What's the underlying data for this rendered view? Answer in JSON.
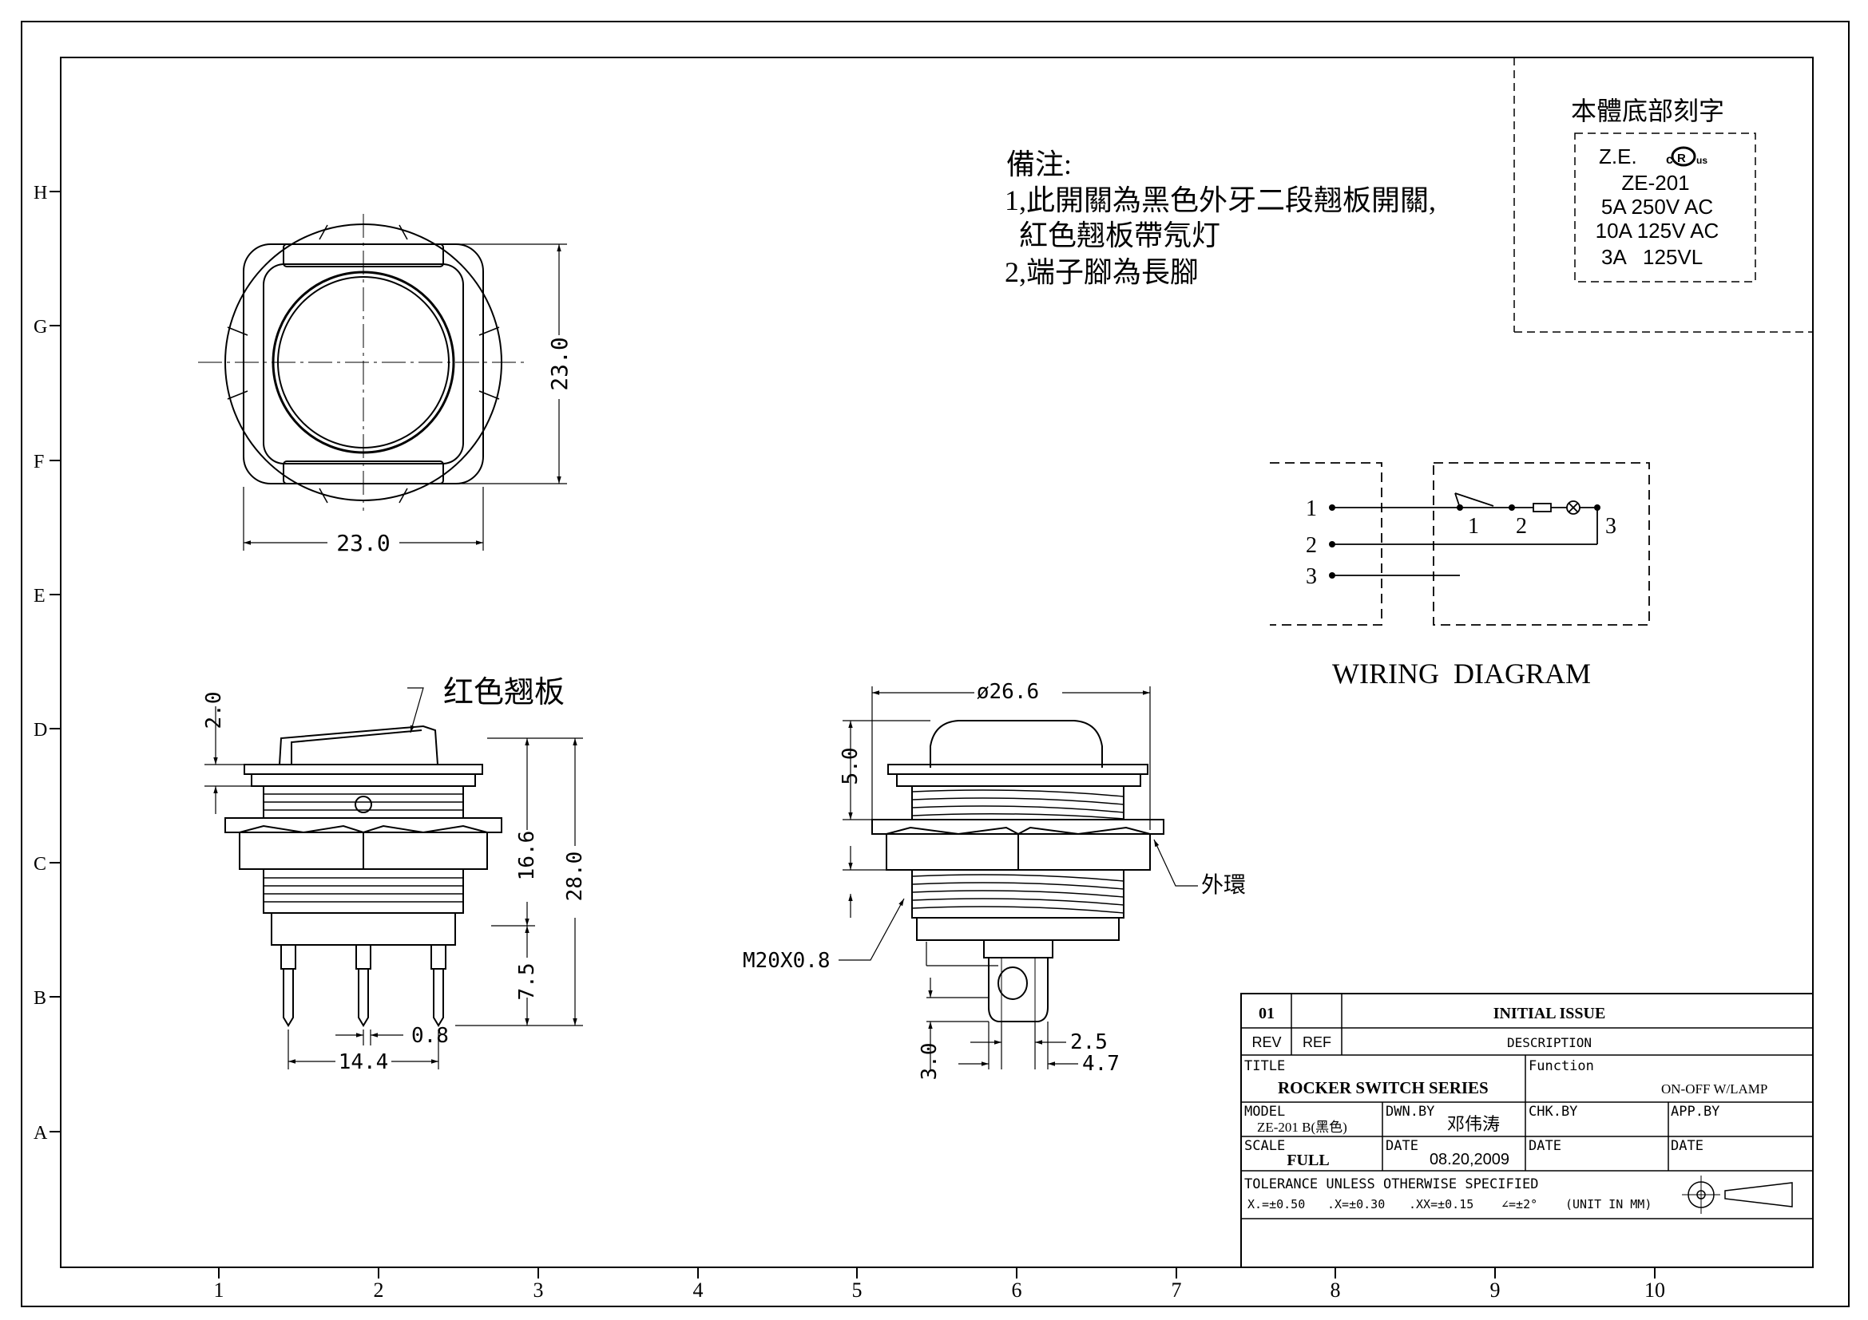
{
  "border": {
    "rows": [
      "H",
      "G",
      "F",
      "E",
      "D",
      "C",
      "B",
      "A"
    ],
    "cols": [
      "1",
      "2",
      "3",
      "4",
      "5",
      "6",
      "7",
      "8",
      "9",
      "10"
    ]
  },
  "marking": {
    "title": "本體底部刻字",
    "brand": "Z.E.",
    "cert": "cRus",
    "model": "ZE-201",
    "rating1": "5A 250V AC",
    "rating2": "10A 125V AC",
    "rating3": "3A   125VL"
  },
  "notes": {
    "heading": "備注:",
    "line1": "1,此開關為黑色外牙二段翹板開關,",
    "line2": "  紅色翹板帶氖灯",
    "line3": "2,端子腳為長腳"
  },
  "top_view": {
    "width_label": "23.0",
    "height_label": "23.0"
  },
  "side_view": {
    "callout": "红色翘板",
    "dim_2": "2.0",
    "dim_16_6": "16.6",
    "dim_28": "28.0",
    "dim_7_5": "7.5",
    "dim_0_8": "0.8",
    "dim_14_4": "14.4"
  },
  "front_view": {
    "dia": "ø26.6",
    "dim_5": "5.0",
    "thread": "M20X0.8",
    "ring": "外環",
    "dim_3": "3.0",
    "dim_2_5": "2.5",
    "dim_4_7": "4.7"
  },
  "wiring": {
    "title": "WIRING  DIAGRAM",
    "pins_left": [
      "1",
      "2",
      "3"
    ],
    "pins_right": [
      "1",
      "2",
      "3"
    ]
  },
  "title_block": {
    "rev_no": "01",
    "initial_issue": "INITIAL ISSUE",
    "rev_label": "REV",
    "ref_label": "REF",
    "description_label": "DESCRIPTION",
    "title_label": "TITLE",
    "title_value": "ROCKER SWITCH SERIES",
    "function_label": "Function",
    "function_value": "ON-OFF W/LAMP",
    "model_label": "MODEL",
    "model_value": "ZE-201 B(黑色)",
    "dwn_label": "DWN.BY",
    "dwn_value": "邓伟涛",
    "chk_label": "CHK.BY",
    "app_label": "APP.BY",
    "scale_label": "SCALE",
    "scale_value": "FULL",
    "date_label": "DATE",
    "date_value": "08.20,2009",
    "tolerance_label": "TOLERANCE UNLESS OTHERWISE SPECIFIED",
    "tol_x": "X.=±0.50",
    "tol_xx": ".X=±0.30",
    "tol_xxx": ".XX=±0.15",
    "tol_ang": "∠=±2°",
    "unit": "(UNIT IN MM)"
  }
}
